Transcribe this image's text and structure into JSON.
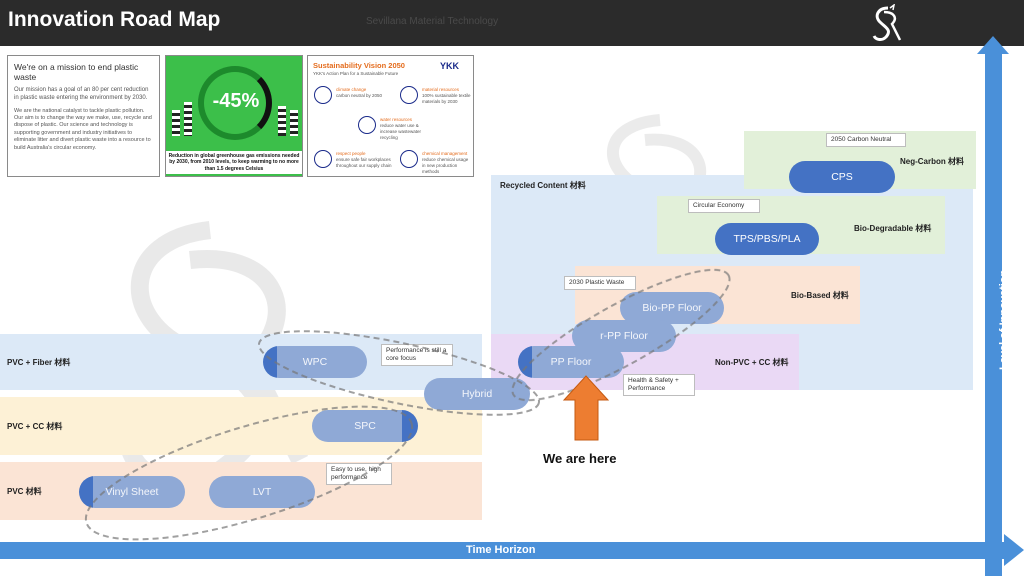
{
  "header": {
    "title": "Innovation Road Map",
    "subtitle": "Sevillana Material Technology"
  },
  "cards": {
    "mission": {
      "title": "We're on a mission to end plastic waste",
      "body": "Our mission has a goal of an 80 per cent reduction in plastic waste entering the environment by 2030.",
      "detail": "We are the national catalyst to tackle plastic pollution. Our aim is to change the way we make, use, recycle and dispose of plastic. Our science and technology is supporting government and industry initiatives to eliminate litter and divert plastic waste into a resource to build Australia's circular economy."
    },
    "emissions": {
      "percent": "-45%",
      "caption": "Reduction in global greenhouse gas emissions needed by 2030, from 2010 levels, to keep warming to no more than 1.5 degrees Celsius"
    },
    "vision": {
      "title": "Sustainability Vision 2050",
      "subtitle": "YKK's Action Plan for a Sustainable Future",
      "brand": "YKK",
      "items": [
        {
          "heading": "climate change",
          "text": "carbon neutral by 2050"
        },
        {
          "heading": "material resources",
          "text": "100% sustainable textile materials by 2030"
        },
        {
          "heading": "water resources",
          "text": "reduce water use & increase wastewater recycling"
        },
        {
          "heading": "respect people",
          "text": "ensure safe fair workplaces throughout our supply chain"
        },
        {
          "heading": "chemical management",
          "text": "reduce chemical usage in new production methods"
        }
      ]
    }
  },
  "bands": {
    "pvc": "PVC 材料",
    "pvc_cc": "PVC + CC 材料",
    "pvc_fiber": "PVC + Fiber 材料",
    "non_pvc": "Non-PVC + CC 材料",
    "bio_based": "Bio-Based 材料",
    "recycled": "Recycled Content 材料",
    "bio_degradable": "Bio-Degradable 材料",
    "neg_carbon": "Neg-Carbon 材料"
  },
  "pills": {
    "vinyl_sheet": "Vinyl Sheet",
    "lvt": "LVT",
    "spc": "SPC",
    "wpc": "WPC",
    "hybrid": "Hybrid",
    "pp_floor": "PP Floor",
    "rpp_floor": "r-PP Floor",
    "biopp_floor": "Bio-PP Floor",
    "tps": "TPS/PBS/PLA",
    "cps": "CPS"
  },
  "notes": {
    "performance": "Performance is still a core focus",
    "easy": "Easy to use, high performance",
    "health": "Health & Safety + Performance",
    "plastic_waste": "2030 Plastic Waste",
    "circular": "Circular Economy",
    "carbon_neutral": "2050 Carbon Neutral"
  },
  "here_label": "We are here",
  "axes": {
    "x_label": "Time Horizon",
    "y_label": "Level of Innovation"
  },
  "colors": {
    "pill_blue": "#4472c4",
    "pill_light": "#8fa9d6",
    "axis": "#4a90d9",
    "arrow": "#ed7d31",
    "band_blue": "#dce9f7",
    "band_yellow": "#fdf1d6",
    "band_peach": "#fbe4d5",
    "band_purple": "#ead9f5",
    "band_green": "#e2f0d9",
    "header": "#2b2b2b"
  }
}
